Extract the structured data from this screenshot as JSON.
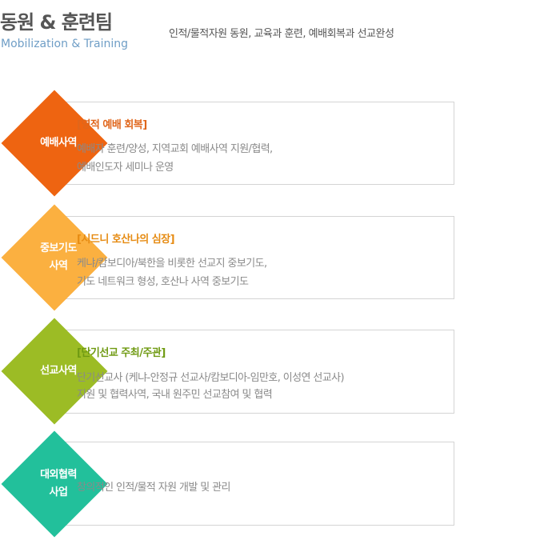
{
  "header": {
    "title": "동원 & 훈련팀",
    "subtitle": "Mobilization & Training",
    "description": "인적/물적자원 동원, 교육과 훈련, 예배회복과 선교완성"
  },
  "services": [
    {
      "label_line1": "예배사역",
      "label_line2": "",
      "title": "[영적 예배 회복]",
      "line1": "예배자 훈련/양성, 지역교회 예배사역 지원/협력,",
      "line2": "예배인도자 세미나 운영",
      "color": "#ee6411",
      "title_color": "#e0661b"
    },
    {
      "label_line1": "중보기도",
      "label_line2": "사역",
      "title": "[시드니 호산나의 심장]",
      "line1": "케냐/캄보디아/북한을 비롯한 선교지 중보기도,",
      "line2": "기도 네트워크 형성, 호산나 사역 중보기도",
      "color": "#fbb040",
      "title_color": "#e68b12"
    },
    {
      "label_line1": "선교사역",
      "label_line2": "",
      "title": "[단기선교 주최/주관]",
      "line1": "단기선교사 (케냐-안정규 선교사/캄보디아-임만호, 이성연 선교사)",
      "line2": "지원 및 협력사역, 국내 원주민 선교참여 및 협력",
      "color": "#9cbc25",
      "title_color": "#6f9a12"
    },
    {
      "label_line1": "대외협력",
      "label_line2": "사업",
      "title": "",
      "line1": "창의적인 인적/물적 자원 개발 및 관리",
      "line2": "",
      "color": "#22c09b",
      "title_color": "#1a9e80"
    }
  ]
}
